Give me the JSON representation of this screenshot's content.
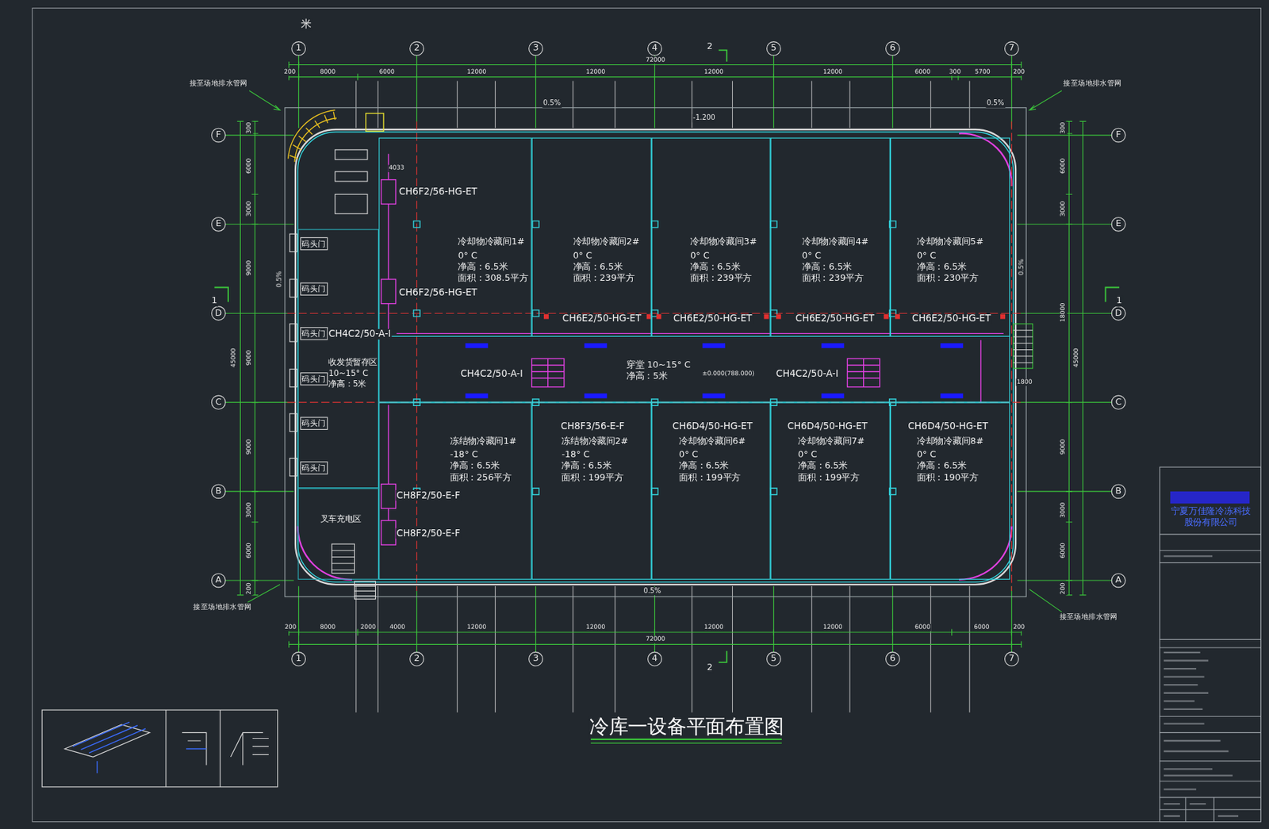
{
  "diagram": {
    "title": "冷库一设备平面布置图",
    "nodes": [
      {
        "text": [
          "冷却物冷藏间1#",
          "0° C",
          "净高：6.5米",
          "面积：308.5平方"
        ]
      },
      {
        "text": [
          "冷却物冷藏间2#",
          "0° C",
          "净高：6.5米",
          "面积：239平方"
        ]
      },
      {
        "text": [
          "冷却物冷藏间3#",
          "0° C",
          "净高：6.5米",
          "面积：239平方"
        ]
      },
      {
        "text": [
          "冷却物冷藏间4#",
          "0° C",
          "净高：6.5米",
          "面积：239平方"
        ]
      },
      {
        "text": [
          "冷却物冷藏间5#",
          "0° C",
          "净高：6.5米",
          "面积：230平方"
        ]
      },
      {
        "text": [
          "穿堂 10~15° C",
          "净高：5米"
        ]
      },
      {
        "text": [
          "冻结物冷藏间1#",
          "-18° C",
          "净高：6.5米",
          "面积：256平方"
        ]
      },
      {
        "text": [
          "冻结物冷藏间2#",
          "-18° C",
          "净高：6.5米",
          "面积：199平方"
        ]
      },
      {
        "text": [
          "冷却物冷藏间6#",
          "0° C",
          "净高：6.5米",
          "面积：199平方"
        ]
      },
      {
        "text": [
          "冷却物冷藏间7#",
          "0° C",
          "净高：6.5米",
          "面积：199平方"
        ]
      },
      {
        "text": [
          "冷却物冷藏间8#",
          "0° C",
          "净高：6.5米",
          "面积：190平方"
        ]
      },
      {
        "text": [
          "收发货暂存区",
          "10~15° C",
          "净高：5米"
        ]
      },
      {
        "text": [
          "码头门"
        ],
        "in": 11
      },
      {
        "text": [
          "码头门"
        ],
        "in": 11
      },
      {
        "text": [
          "码头门"
        ],
        "in": 11
      },
      {
        "text": [
          "码头门"
        ],
        "in": 11
      },
      {
        "text": [
          "码头门"
        ],
        "in": 11
      },
      {
        "text": [
          "码头门"
        ],
        "in": 11
      },
      {
        "text": [
          "叉车充电区"
        ]
      }
    ],
    "labels": [
      "1",
      "2",
      "3",
      "4",
      "5",
      "6",
      "7",
      "1",
      "2",
      "3",
      "4",
      "5",
      "6",
      "7",
      "F",
      "E",
      "D",
      "C",
      "B",
      "A",
      "F",
      "E",
      "D",
      "C",
      "B",
      "A",
      "200",
      "8000",
      "6000",
      "12000",
      "12000",
      "12000",
      "12000",
      "6000",
      "300",
      "5700",
      "200",
      "72000",
      "200",
      "8000",
      "2000",
      "4000",
      "12000",
      "12000",
      "12000",
      "12000",
      "6000",
      "6000",
      "200",
      "72000",
      "300",
      "6000",
      "3000",
      "9000",
      "9000",
      "9000",
      "3000",
      "6000",
      "200",
      "45000",
      "300",
      "6000",
      "3000",
      "18000",
      "9000",
      "3000",
      "6000",
      "200",
      "45000",
      "米",
      "接至场地排水管网",
      "接至场地排水管网",
      "接至场地排水管网",
      "接至场地排水管网",
      "0.5%",
      "0.5%",
      "0.5%",
      "0.5%",
      "0.5%",
      "-1.200",
      "±0.000(788.000)",
      "2",
      "2",
      "1",
      "1",
      "CH6F2/56-HG-ET",
      "CH6F2/56-HG-ET",
      "CH6E2/50-HG-ET",
      "CH6E2/50-HG-ET",
      "CH6E2/50-HG-ET",
      "CH6E2/50-HG-ET",
      "CH4C2/50-A-I",
      "CH4C2/50-A-I",
      "CH4C2/50-A-I",
      "CH8F3/56-E-F",
      "CH6D4/50-HG-ET",
      "CH6D4/50-HG-ET",
      "CH6D4/50-HG-ET",
      "CH8F2/50-E-F",
      "CH8F2/50-E-F",
      "4033",
      "1800",
      "宁夏万佳隆冷冻科技 股份有限公司"
    ]
  }
}
